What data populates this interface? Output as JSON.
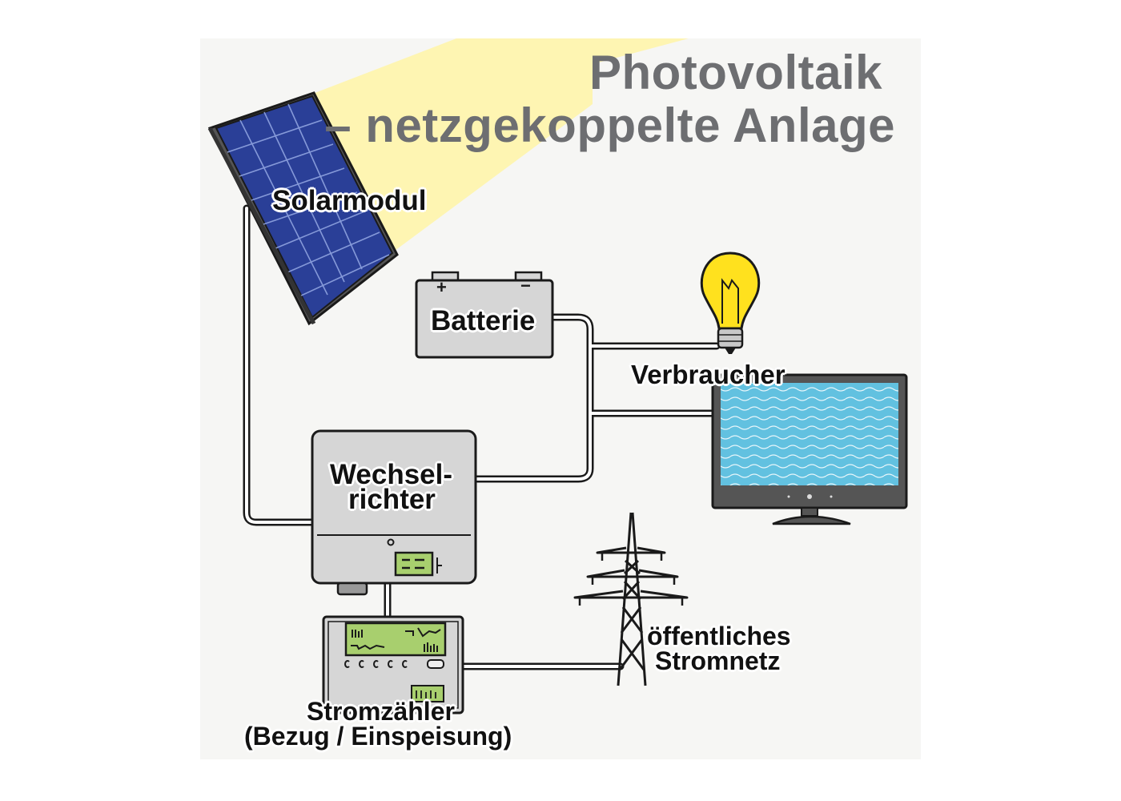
{
  "title": {
    "line1": "Photovoltaik",
    "line2": "– netzgekoppelte Anlage"
  },
  "labels": {
    "solarmodul": "Solarmodul",
    "batterie": "Batterie",
    "verbraucher": "Verbraucher",
    "wechselrichter_line1": "Wechsel-",
    "wechselrichter_line2": "richter",
    "stromnetz_line1": "öffentliches",
    "stromnetz_line2": "Stromnetz",
    "stromzaehler_line1": "Stromzähler",
    "stromzaehler_line2": "(Bezug / Einspeisung)"
  },
  "battery_terminals": {
    "plus": "+",
    "minus": "−"
  },
  "colors": {
    "background_panel": "#f6f6f4",
    "sunlight": "#fff3a8",
    "solar_cells": "#2a3f97",
    "device_gray": "#d6d6d6",
    "display_green": "#a8cf6e",
    "screen_blue": "#62c1e0",
    "bulb_yellow": "#ffe11e",
    "title_gray": "#6d6e71"
  }
}
